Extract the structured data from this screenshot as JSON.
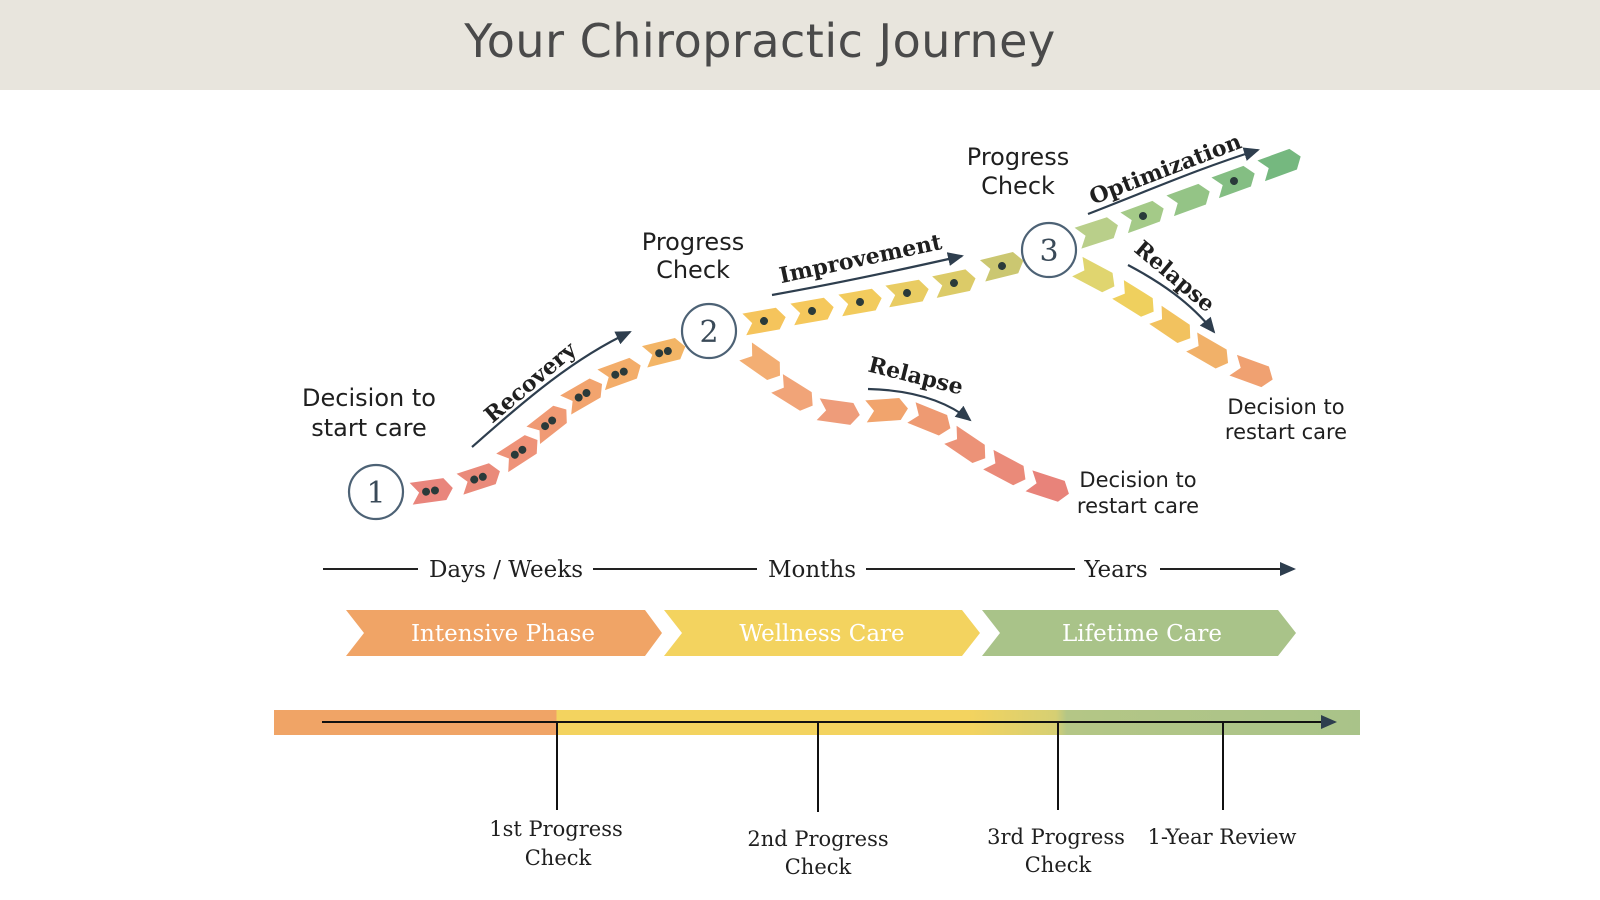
{
  "title": "Your Chiropractic Journey",
  "nodes": [
    {
      "number": "1",
      "label_lines": [
        "Decision to",
        "start care"
      ]
    },
    {
      "number": "2",
      "label_lines": [
        "Progress",
        "Check"
      ]
    },
    {
      "number": "3",
      "label_lines": [
        "Progress",
        "Check"
      ]
    }
  ],
  "path_labels": {
    "recovery": "Recovery",
    "improvement": "Improvement",
    "optimization": "Optimization",
    "relapse_1": "Relapse",
    "relapse_2": "Relapse"
  },
  "restart_labels": [
    [
      "Decision to",
      "restart care"
    ],
    [
      "Decision to",
      "restart care"
    ]
  ],
  "time_axis": [
    "Days / Weeks",
    "Months",
    "Years"
  ],
  "phases": [
    {
      "label": "Intensive Phase",
      "color": "#f0a466"
    },
    {
      "label": "Wellness Care",
      "color": "#f3d35f"
    },
    {
      "label": "Lifetime Care",
      "color": "#a9c389"
    }
  ],
  "timeline_checkpoints": [
    [
      "1st Progress",
      "Check"
    ],
    [
      "2nd Progress",
      "Check"
    ],
    [
      "3rd Progress",
      "Check"
    ],
    [
      "1-Year Review"
    ]
  ],
  "colors": {
    "arrow": "#2e3e4e",
    "node_ring": "#4d6275",
    "text": "#1f1f1f",
    "header_bg": "#e8e5dd"
  }
}
